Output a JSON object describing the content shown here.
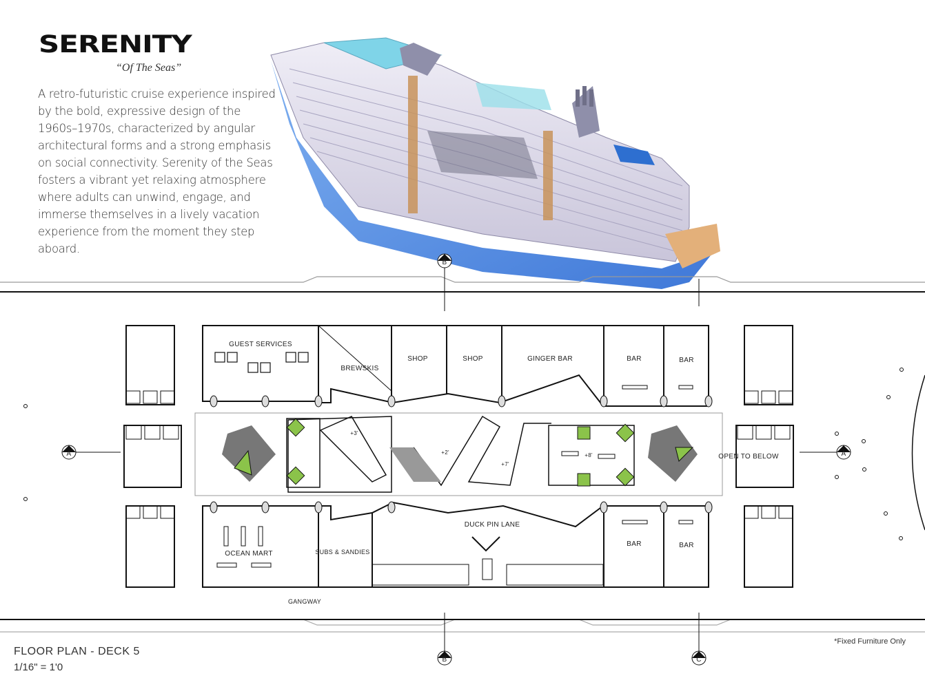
{
  "title": "SERENITY",
  "tagline": "“Of The Seas”",
  "intro": "A retro-futuristic cruise experience inspired by the bold, expressive design of the 1960s–1970s, characterized by angular architectural forms and a strong emphasis on social connectivity. Serenity of the Seas fosters a vibrant yet relaxing atmosphere where adults can unwind, engage, and immerse themselves in a lively vacation experience from the moment they step aboard.",
  "plan": {
    "rooms": {
      "guest_services": "GUEST SERVICES",
      "brewskis": "BREWSKIS",
      "shop1": "SHOP",
      "shop2": "SHOP",
      "ginger_bar": "GINGER BAR",
      "bar_tl": "BAR",
      "bar_tr": "BAR",
      "bar_bl": "BAR",
      "bar_br": "BAR",
      "ocean_mart": "OCEAN MART",
      "subs_sandies": "SUBS & SANDIES",
      "duck_pin_lane": "DUCK PIN LANE",
      "open_to_below": "OPEN TO BELOW",
      "gangway": "GANGWAY"
    },
    "levels": {
      "l1": "+3'",
      "l2": "+2'",
      "l3": "+7'",
      "l4": "+8'"
    },
    "grid_markers": {
      "a_left": "A",
      "a_right": "A",
      "b_top": "B",
      "b_bottom": "B",
      "c_bottom": "C"
    }
  },
  "footer": {
    "title": "FLOOR PLAN - DECK 5",
    "scale": "1/16\" = 1'0",
    "note": "*Fixed Furniture Only"
  },
  "colors": {
    "hull": "#5a8fe0",
    "glass": "#7fd4e8",
    "deck": "#d9d6e6",
    "accent_green": "#8bc34a"
  }
}
